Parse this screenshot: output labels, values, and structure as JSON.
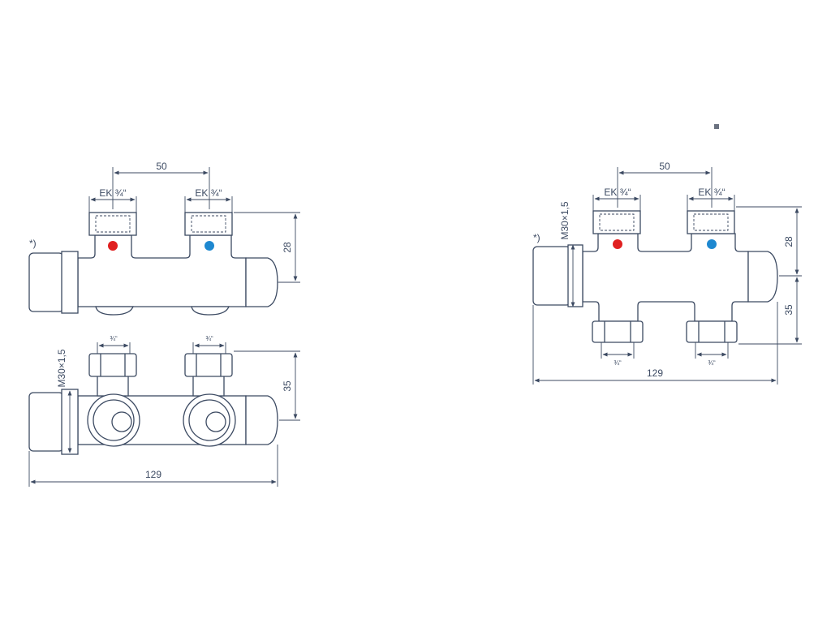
{
  "drawing": {
    "dim_50": "50",
    "dim_28": "28",
    "dim_35": "35",
    "dim_129": "129",
    "thread_ek": "EK ¾“",
    "thread_34": "¾“",
    "thread_m30": "M30×1,5",
    "note_mark": "*)"
  },
  "colors": {
    "line": "#3c4a62",
    "hot": "#e02020",
    "cold": "#1e88d0"
  }
}
